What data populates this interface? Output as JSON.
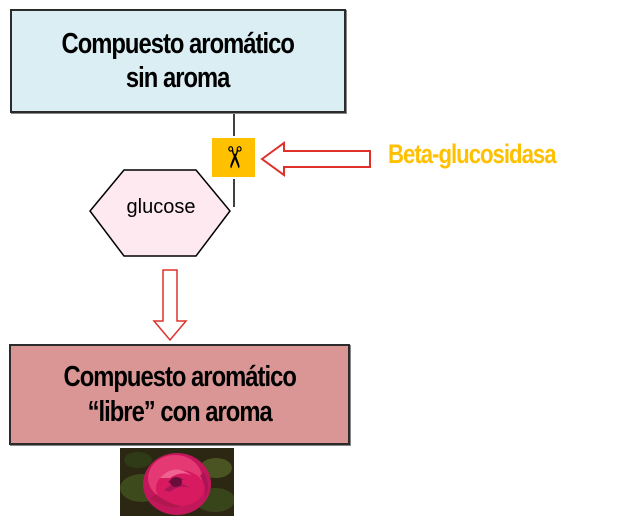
{
  "top_box": {
    "line1": "Compuesto aromático",
    "line2": "sin aroma"
  },
  "bottom_box": {
    "line1": "Compuesto aromático",
    "line2": "“libre” con aroma"
  },
  "enzyme_label": "Beta-glucosidasa",
  "glucose_label": "glucose",
  "icons": {
    "cut_mark": "scissors-icon",
    "photo": "rose-photo"
  },
  "colors": {
    "top_box_fill": "#daeef3",
    "bottom_box_fill": "#d99694",
    "enzyme_text": "#ffc000",
    "scissors_badge": "#ffc000",
    "arrow_stroke": "#e0302a",
    "arrow_fill": "#ffffff"
  }
}
